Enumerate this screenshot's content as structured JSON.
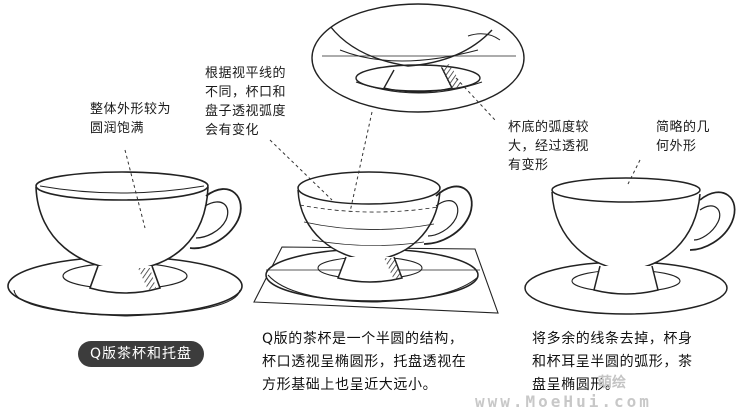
{
  "notes": {
    "left_cup": "整体外形较为\n圆润饱满",
    "middle_cup": "根据视平线的\n不同，杯口和\n盘子透视弧度\n会有变化",
    "magnifier": "杯底的弧度较\n大，经过透视\n有变形",
    "right_cup": "简略的几\n何外形"
  },
  "badge": "Q版茶杯和托盘",
  "captions": {
    "middle": "Q版的茶杯是一个半圆的结构，\n杯口透视呈椭圆形，托盘透视在\n方形基础上也呈近大远小。",
    "right": "将多余的线条去掉，杯身\n和杯耳呈半圆的弧形，茶\n盘呈椭圆形。"
  },
  "watermark": {
    "text": "www.MoeHui.com",
    "logo": "萌绘"
  },
  "colors": {
    "ink": "#1a1a1a",
    "badge_bg": "#3c3c3c",
    "watermark": "#c8c8c8"
  }
}
